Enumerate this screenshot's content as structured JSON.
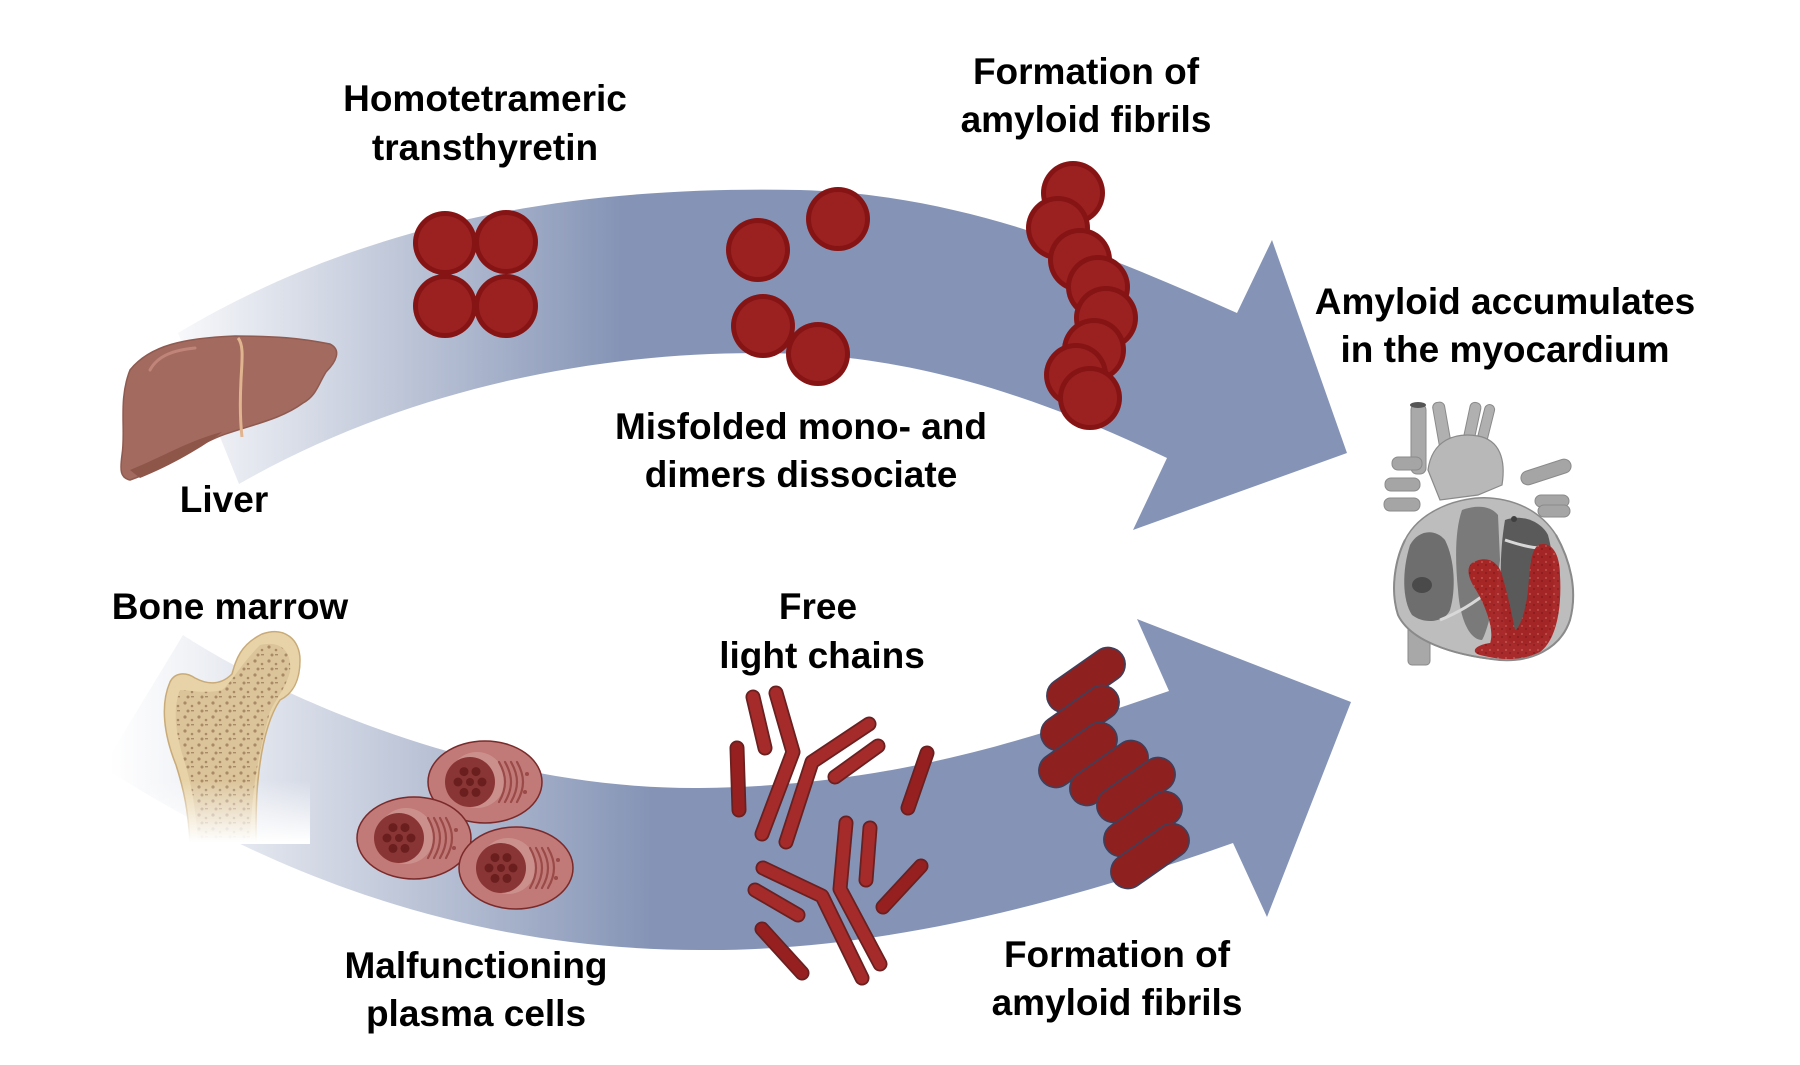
{
  "colors": {
    "arrow": "#8594b6",
    "protein": "#9b2121",
    "protein_ring": "#861414",
    "light_chain": "#a52a2a",
    "liver": "#a36a5f",
    "bone": "#e8d3a8",
    "plasma_cell": "#c17a77",
    "amyloid_deposit": "#a82222"
  },
  "pathway_transthyretin": {
    "source_label": "Liver",
    "tetramer_label": [
      "Homotetrameric",
      "transthyretin"
    ],
    "dissociation_label": [
      "Misfolded mono- and",
      "dimers dissociate"
    ],
    "fibril_label": [
      "Formation of",
      "amyloid fibrils"
    ]
  },
  "pathway_light_chain": {
    "source_label": "Bone marrow",
    "cells_label": [
      "Malfunctioning",
      "plasma cells"
    ],
    "free_chains_label": [
      "Free",
      "light chains"
    ],
    "fibril_label": [
      "Formation of",
      "amyloid fibrils"
    ]
  },
  "outcome": {
    "label": [
      "Amyloid accumulates",
      "in the myocardium"
    ]
  }
}
